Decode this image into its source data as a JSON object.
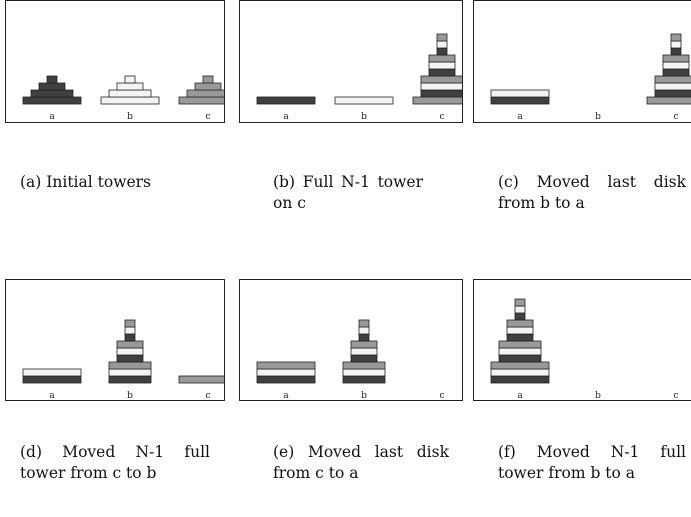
{
  "colors": {
    "dark": "#3f3f3f",
    "light": "#f3f3f3",
    "gray": "#999999",
    "outline": "#222222"
  },
  "panels": [
    {
      "caption": "(a) Initial towers",
      "pegs": [
        {
          "label": "a",
          "disks": [
            {
              "size": 7,
              "color": "dark"
            },
            {
              "size": 5,
              "color": "dark"
            },
            {
              "size": 3,
              "color": "dark"
            },
            {
              "size": 1,
              "color": "dark"
            }
          ]
        },
        {
          "label": "b",
          "disks": [
            {
              "size": 7,
              "color": "light"
            },
            {
              "size": 5,
              "color": "light"
            },
            {
              "size": 3,
              "color": "light"
            },
            {
              "size": 1,
              "color": "light"
            }
          ]
        },
        {
          "label": "c",
          "disks": [
            {
              "size": 7,
              "color": "gray"
            },
            {
              "size": 5,
              "color": "gray"
            },
            {
              "size": 3,
              "color": "gray"
            },
            {
              "size": 1,
              "color": "gray"
            }
          ]
        }
      ]
    },
    {
      "caption": "(b) Full N-1 tower on c",
      "pegs": [
        {
          "label": "a",
          "disks": [
            {
              "size": 7,
              "color": "dark"
            }
          ]
        },
        {
          "label": "b",
          "disks": [
            {
              "size": 7,
              "color": "light"
            }
          ]
        },
        {
          "label": "c",
          "disks": [
            {
              "size": 7,
              "color": "gray"
            },
            {
              "size": 5,
              "color": "dark"
            },
            {
              "size": 5,
              "color": "light"
            },
            {
              "size": 5,
              "color": "gray"
            },
            {
              "size": 3,
              "color": "dark"
            },
            {
              "size": 3,
              "color": "light"
            },
            {
              "size": 3,
              "color": "gray"
            },
            {
              "size": 1,
              "color": "dark"
            },
            {
              "size": 1,
              "color": "light"
            },
            {
              "size": 1,
              "color": "gray"
            }
          ]
        }
      ]
    },
    {
      "caption": "(c) Moved last disk from b to a",
      "pegs": [
        {
          "label": "a",
          "disks": [
            {
              "size": 7,
              "color": "dark"
            },
            {
              "size": 7,
              "color": "light"
            }
          ]
        },
        {
          "label": "b",
          "disks": []
        },
        {
          "label": "c",
          "disks": [
            {
              "size": 7,
              "color": "gray"
            },
            {
              "size": 5,
              "color": "dark"
            },
            {
              "size": 5,
              "color": "light"
            },
            {
              "size": 5,
              "color": "gray"
            },
            {
              "size": 3,
              "color": "dark"
            },
            {
              "size": 3,
              "color": "light"
            },
            {
              "size": 3,
              "color": "gray"
            },
            {
              "size": 1,
              "color": "dark"
            },
            {
              "size": 1,
              "color": "light"
            },
            {
              "size": 1,
              "color": "gray"
            }
          ]
        }
      ]
    },
    {
      "caption": "(d) Moved N-1 full tower from c to b",
      "pegs": [
        {
          "label": "a",
          "disks": [
            {
              "size": 7,
              "color": "dark"
            },
            {
              "size": 7,
              "color": "light"
            }
          ]
        },
        {
          "label": "b",
          "disks": [
            {
              "size": 5,
              "color": "dark"
            },
            {
              "size": 5,
              "color": "light"
            },
            {
              "size": 5,
              "color": "gray"
            },
            {
              "size": 3,
              "color": "dark"
            },
            {
              "size": 3,
              "color": "light"
            },
            {
              "size": 3,
              "color": "gray"
            },
            {
              "size": 1,
              "color": "dark"
            },
            {
              "size": 1,
              "color": "light"
            },
            {
              "size": 1,
              "color": "gray"
            }
          ]
        },
        {
          "label": "c",
          "disks": [
            {
              "size": 7,
              "color": "gray"
            }
          ]
        }
      ]
    },
    {
      "caption": "(e) Moved last disk from c to a",
      "pegs": [
        {
          "label": "a",
          "disks": [
            {
              "size": 7,
              "color": "dark"
            },
            {
              "size": 7,
              "color": "light"
            },
            {
              "size": 7,
              "color": "gray"
            }
          ]
        },
        {
          "label": "b",
          "disks": [
            {
              "size": 5,
              "color": "dark"
            },
            {
              "size": 5,
              "color": "light"
            },
            {
              "size": 5,
              "color": "gray"
            },
            {
              "size": 3,
              "color": "dark"
            },
            {
              "size": 3,
              "color": "light"
            },
            {
              "size": 3,
              "color": "gray"
            },
            {
              "size": 1,
              "color": "dark"
            },
            {
              "size": 1,
              "color": "light"
            },
            {
              "size": 1,
              "color": "gray"
            }
          ]
        },
        {
          "label": "c",
          "disks": []
        }
      ]
    },
    {
      "caption": "(f) Moved N-1 full tower from b to a",
      "pegs": [
        {
          "label": "a",
          "disks": [
            {
              "size": 7,
              "color": "dark"
            },
            {
              "size": 7,
              "color": "light"
            },
            {
              "size": 7,
              "color": "gray"
            },
            {
              "size": 5,
              "color": "dark"
            },
            {
              "size": 5,
              "color": "light"
            },
            {
              "size": 5,
              "color": "gray"
            },
            {
              "size": 3,
              "color": "dark"
            },
            {
              "size": 3,
              "color": "light"
            },
            {
              "size": 3,
              "color": "gray"
            },
            {
              "size": 1,
              "color": "dark"
            },
            {
              "size": 1,
              "color": "light"
            },
            {
              "size": 1,
              "color": "gray"
            }
          ]
        },
        {
          "label": "b",
          "disks": []
        },
        {
          "label": "c",
          "disks": []
        }
      ]
    }
  ]
}
